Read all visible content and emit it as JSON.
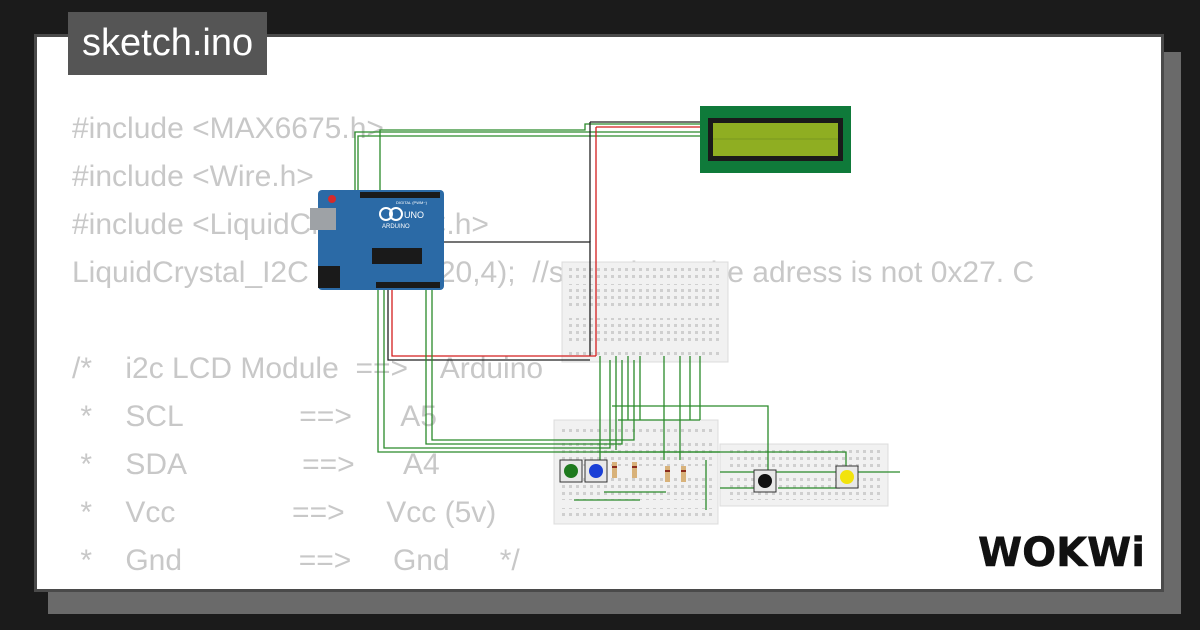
{
  "file_tab": {
    "label": "sketch.ino"
  },
  "code_lines": [
    "#include <MAX6675.h>",
    "#include <Wire.h>",
    "#include <LiquidCrystal_I2C.h>",
    "LiquidCrystal_I2C lcd(0x27,20,4);  //sometimes the adress is not 0x27. C",
    "",
    "/*    i2c LCD Module  ==>    Arduino",
    " *    SCL              ==>      A5",
    " *    SDA              ==>      A4",
    " *    Vcc              ==>     Vcc (5v)",
    " *    Gnd              ==>     Gnd      */"
  ],
  "board": {
    "brand": "UNO",
    "sub_brand": "ARDUINO",
    "digital_label": "DIGITAL (PWM~)"
  },
  "buttons": [
    {
      "color": "#1e7a1e"
    },
    {
      "color": "#1a3fd6"
    },
    {
      "color": "#111111"
    },
    {
      "color": "#f2e30c"
    }
  ],
  "colors": {
    "wire_green": "#2a8a2a",
    "wire_red": "#d41e1e",
    "wire_black": "#222222",
    "lcd_pcb": "#0f7a3a",
    "lcd_screen": "#8fae22",
    "board_blue": "#2b6aa6"
  },
  "logo": {
    "text": "WOKWi"
  }
}
